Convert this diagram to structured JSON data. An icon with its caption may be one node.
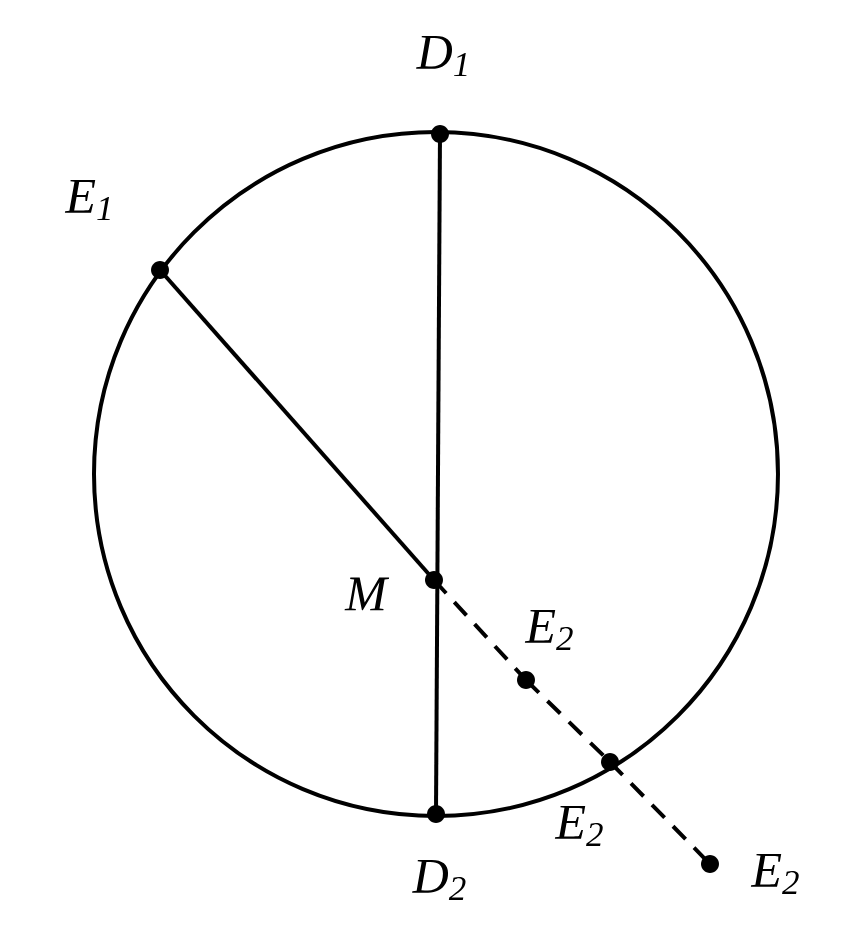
{
  "diagram": {
    "nodes": [
      {
        "text": [
          "D$_{1}$"
        ]
      },
      {
        "text": [
          "E$_{1}$"
        ]
      },
      {
        "text": [
          "M"
        ]
      },
      {
        "text": [
          "E$_{2}$"
        ]
      },
      {
        "text": [
          "E$_{2}$"
        ]
      },
      {
        "text": [
          "D$_{2}$"
        ]
      },
      {
        "text": [
          "E$_{2}$"
        ]
      }
    ],
    "edges": [
      {
        "from": 0,
        "to": 5,
        "arrow": "none"
      },
      {
        "from": 1,
        "to": 2,
        "arrow": "none"
      },
      {
        "from": 2,
        "to": 3,
        "arrow": "none",
        "style": "dashed"
      },
      {
        "from": 3,
        "to": 4,
        "arrow": "none",
        "style": "dashed"
      },
      {
        "from": 4,
        "to": 6,
        "arrow": "none",
        "style": "dashed"
      }
    ]
  }
}
